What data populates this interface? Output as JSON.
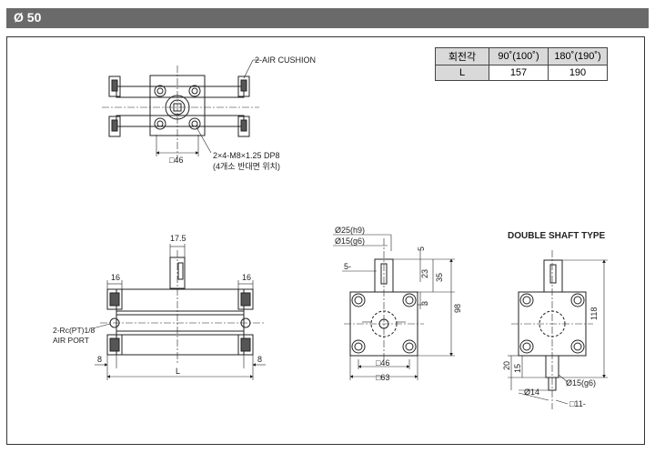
{
  "title": "Ø 50",
  "table": {
    "headers": [
      "회전각",
      "90˚(100˚)",
      "180˚(190˚)"
    ],
    "row": [
      "L",
      "157",
      "190"
    ]
  },
  "labels": {
    "air_cushion": "2-AIR CUSHION",
    "sq46_top": "□46",
    "thread_spec": "2×4-M8×1.25 DP8",
    "thread_note": "(4개소 반대면 위치)",
    "dim_17_5": "17.5",
    "dim_16_left": "16",
    "dim_16_right": "16",
    "air_port_1": "2-Rc(PT)1/8",
    "air_port_2": "AIR PORT",
    "dim_8_left": "8",
    "dim_8_right": "8",
    "dim_L": "L",
    "phi25": "Ø25(h9)",
    "phi15_g6": "Ø15(g6)",
    "key_spec": "5-",
    "dim_5": "5",
    "dim_23": "23",
    "dim_35": "35",
    "dim_3": "3",
    "dim_98": "98",
    "sq46_mid": "□46",
    "sq63": "□63",
    "double_shaft": "DOUBLE SHAFT TYPE",
    "dim_118": "118",
    "dim_20": "20",
    "dim_15": "15",
    "phi15_g6_b": "Ø15(g6)",
    "phi14": "Ø14",
    "sq11": "□11-"
  }
}
